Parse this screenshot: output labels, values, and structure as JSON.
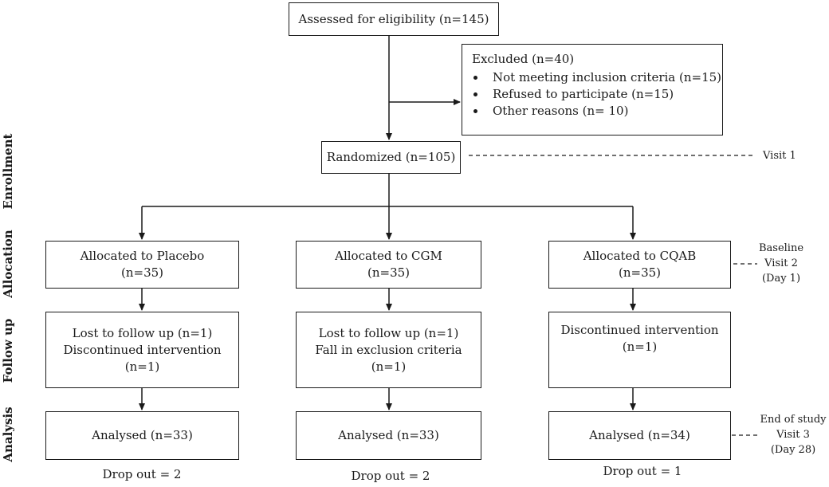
{
  "enrollment": {
    "assessed": "Assessed for eligibility (n=145)",
    "excluded_title": "Excluded (n=40)",
    "excluded_reasons": [
      "Not meeting inclusion criteria (n=15)",
      "Refused to participate (n=15)",
      "Other reasons (n= 10)"
    ],
    "randomized": "Randomized (n=105)"
  },
  "phases": [
    "Enrollment",
    "Allocation",
    "Follow up",
    "Analysis"
  ],
  "arms": [
    {
      "allocated": "Allocated to Placebo",
      "allocated_n": "(n=35)",
      "followup": [
        "Lost to follow up (n=1)",
        "Discontinued intervention",
        "(n=1)"
      ],
      "analysed": "Analysed (n=33)",
      "dropout": "Drop out = 2"
    },
    {
      "allocated": "Allocated to CGM",
      "allocated_n": "(n=35)",
      "followup": [
        "Lost to follow up (n=1)",
        "Fall in exclusion criteria",
        "(n=1)"
      ],
      "analysed": "Analysed (n=33)",
      "dropout": "Drop out = 2"
    },
    {
      "allocated": "Allocated to CQAB",
      "allocated_n": "(n=35)",
      "followup": [
        "Discontinued intervention",
        "(n=1)"
      ],
      "analysed": "Analysed (n=34)",
      "dropout": "Drop out = 1"
    }
  ],
  "visits": {
    "visit1": "Visit 1",
    "baseline": [
      "Baseline",
      "Visit 2",
      "(Day 1)"
    ],
    "end": [
      "End of study",
      "Visit 3",
      "(Day 28)"
    ]
  }
}
